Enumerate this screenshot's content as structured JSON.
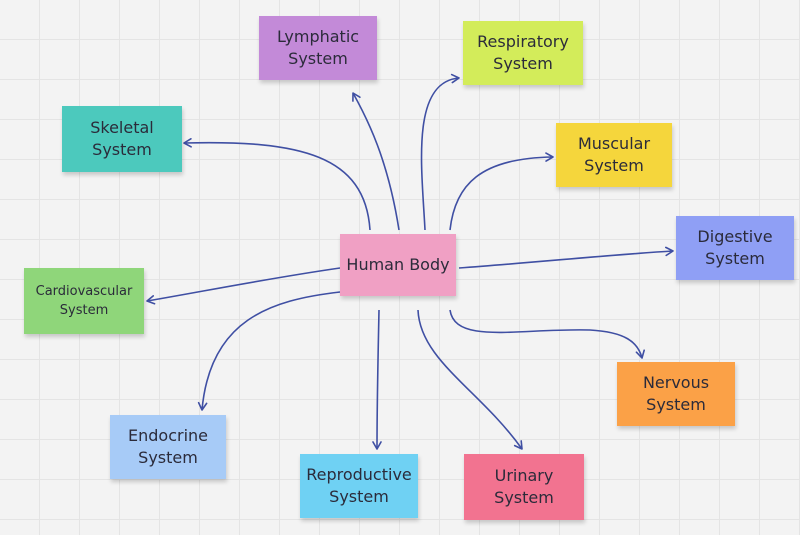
{
  "diagram": {
    "center": {
      "label": "Human Body",
      "color": "#f0a0c4"
    },
    "nodes": [
      {
        "id": "lymphatic",
        "label": "Lymphatic\nSystem",
        "color": "#c38ad8"
      },
      {
        "id": "respiratory",
        "label": "Respiratory\nSystem",
        "color": "#d3ec5a"
      },
      {
        "id": "skeletal",
        "label": "Skeletal\nSystem",
        "color": "#4cc9bd"
      },
      {
        "id": "muscular",
        "label": "Muscular\nSystem",
        "color": "#f5d63c"
      },
      {
        "id": "digestive",
        "label": "Digestive\nSystem",
        "color": "#8f9ff5"
      },
      {
        "id": "cardiovascular",
        "label": "Cardiovascular\nSystem",
        "color": "#8fd67a"
      },
      {
        "id": "nervous",
        "label": "Nervous\nSystem",
        "color": "#fba147"
      },
      {
        "id": "endocrine",
        "label": "Endocrine\nSystem",
        "color": "#a7cbf7"
      },
      {
        "id": "reproductive",
        "label": "Reproductive\nSystem",
        "color": "#6fd1f3"
      },
      {
        "id": "urinary",
        "label": "Urinary\nSystem",
        "color": "#f27390"
      }
    ],
    "connector_color": "#3f4fa3"
  }
}
